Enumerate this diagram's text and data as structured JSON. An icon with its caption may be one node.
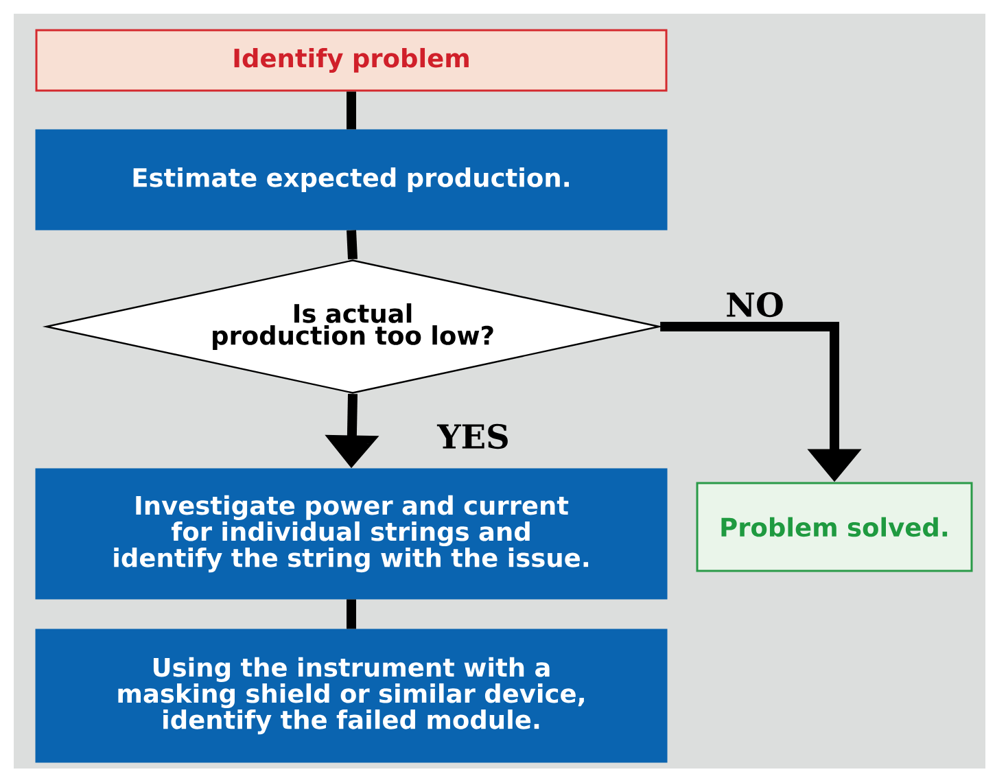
{
  "diagram": {
    "nodes": [
      {
        "text": [
          "Identify problem"
        ]
      },
      {
        "text": [
          "Estimate expected production."
        ]
      },
      {
        "text": [
          "Is actual production too low?"
        ]
      },
      {
        "text": [
          "Investigate power and current for individual strings and identify the string with the issue."
        ]
      },
      {
        "text": [
          "Using the instrument with a masking shield or similar device, identify the failed module."
        ]
      },
      {
        "text": [
          "Problem solved."
        ]
      }
    ],
    "edges": [
      {
        "from": 0,
        "to": 1,
        "arrow": "none"
      },
      {
        "from": 1,
        "to": 2,
        "arrow": "none"
      },
      {
        "from": 2,
        "to": 3,
        "arrow": "to",
        "label": "YES"
      },
      {
        "from": 2,
        "to": 5,
        "arrow": "to",
        "label": "NO"
      },
      {
        "from": 3,
        "to": 4,
        "arrow": "none"
      }
    ]
  }
}
